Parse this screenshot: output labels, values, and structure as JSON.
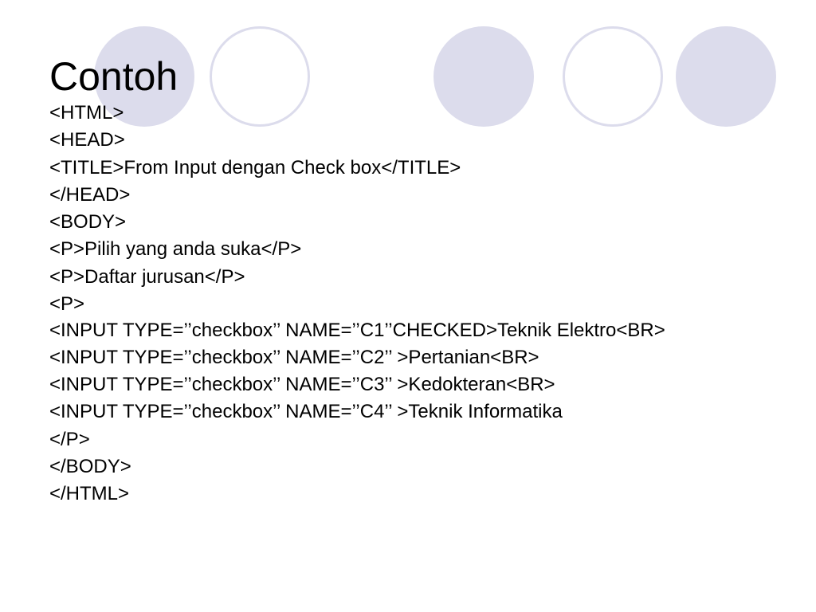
{
  "slide": {
    "title": "Contoh",
    "code_lines": [
      "<HTML>",
      "<HEAD>",
      "<TITLE>From Input dengan Check box</TITLE>",
      "</HEAD>",
      "<BODY>",
      "<P>Pilih yang anda suka</P>",
      "<P>Daftar jurusan</P>",
      "<P>",
      "<INPUT TYPE=’’checkbox’’ NAME=’’C1’’CHECKED>Teknik Elektro<BR>",
      "<INPUT TYPE=’’checkbox’’ NAME=’’C2’’ >Pertanian<BR>",
      "<INPUT TYPE=’’checkbox’’ NAME=’’C3’’ >Kedokteran<BR>",
      "<INPUT TYPE=’’checkbox’’ NAME=’’C4’’ >Teknik Informatika",
      "</P>",
      "</BODY>",
      "</HTML>"
    ]
  },
  "colors": {
    "circle_fill": "#dcdcec",
    "circle_outline": "#dcdcec",
    "text": "#000000",
    "background": "#ffffff"
  }
}
